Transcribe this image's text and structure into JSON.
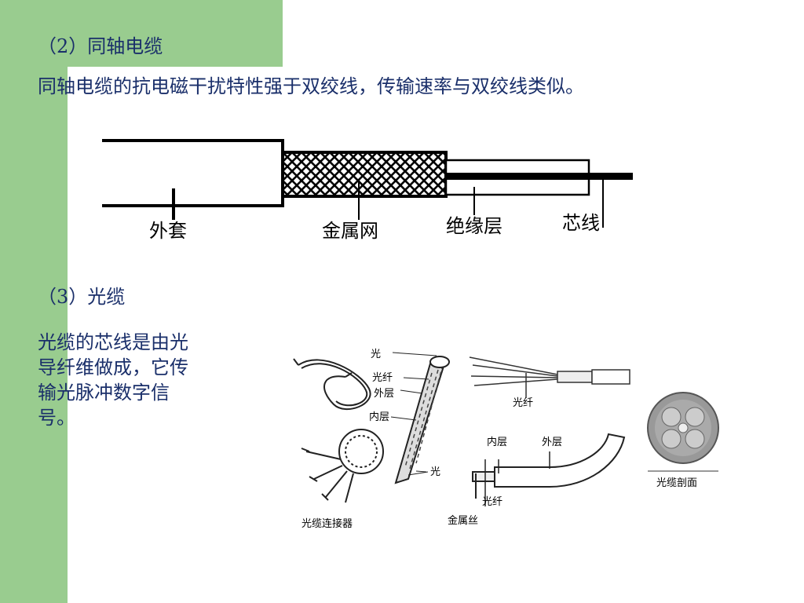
{
  "section2": {
    "heading": "（2）同轴电缆",
    "description": "同轴电缆的抗电磁干扰特性强于双绞线，传输速率与双绞线类似。",
    "diagram_labels": {
      "outer_jacket": "外套",
      "metal_mesh": "金属网",
      "insulation": "绝缘层",
      "core": "芯线"
    }
  },
  "section3": {
    "heading": "（3）光缆",
    "description": "光缆的芯线是由光导纤维做成，它传输光脉冲数字信号。",
    "figure_labels": {
      "guang_top": "光",
      "fiber_a": "光纤",
      "outer_a": "外层",
      "inner_a": "内层",
      "guang_bottom": "光",
      "fiber_right": "光纤",
      "inner_b": "内层",
      "outer_b": "外层",
      "fiber_b": "光纤",
      "metal_wire": "金属丝",
      "connector": "光缆连接器",
      "cross_section": "光缆剖面"
    }
  }
}
